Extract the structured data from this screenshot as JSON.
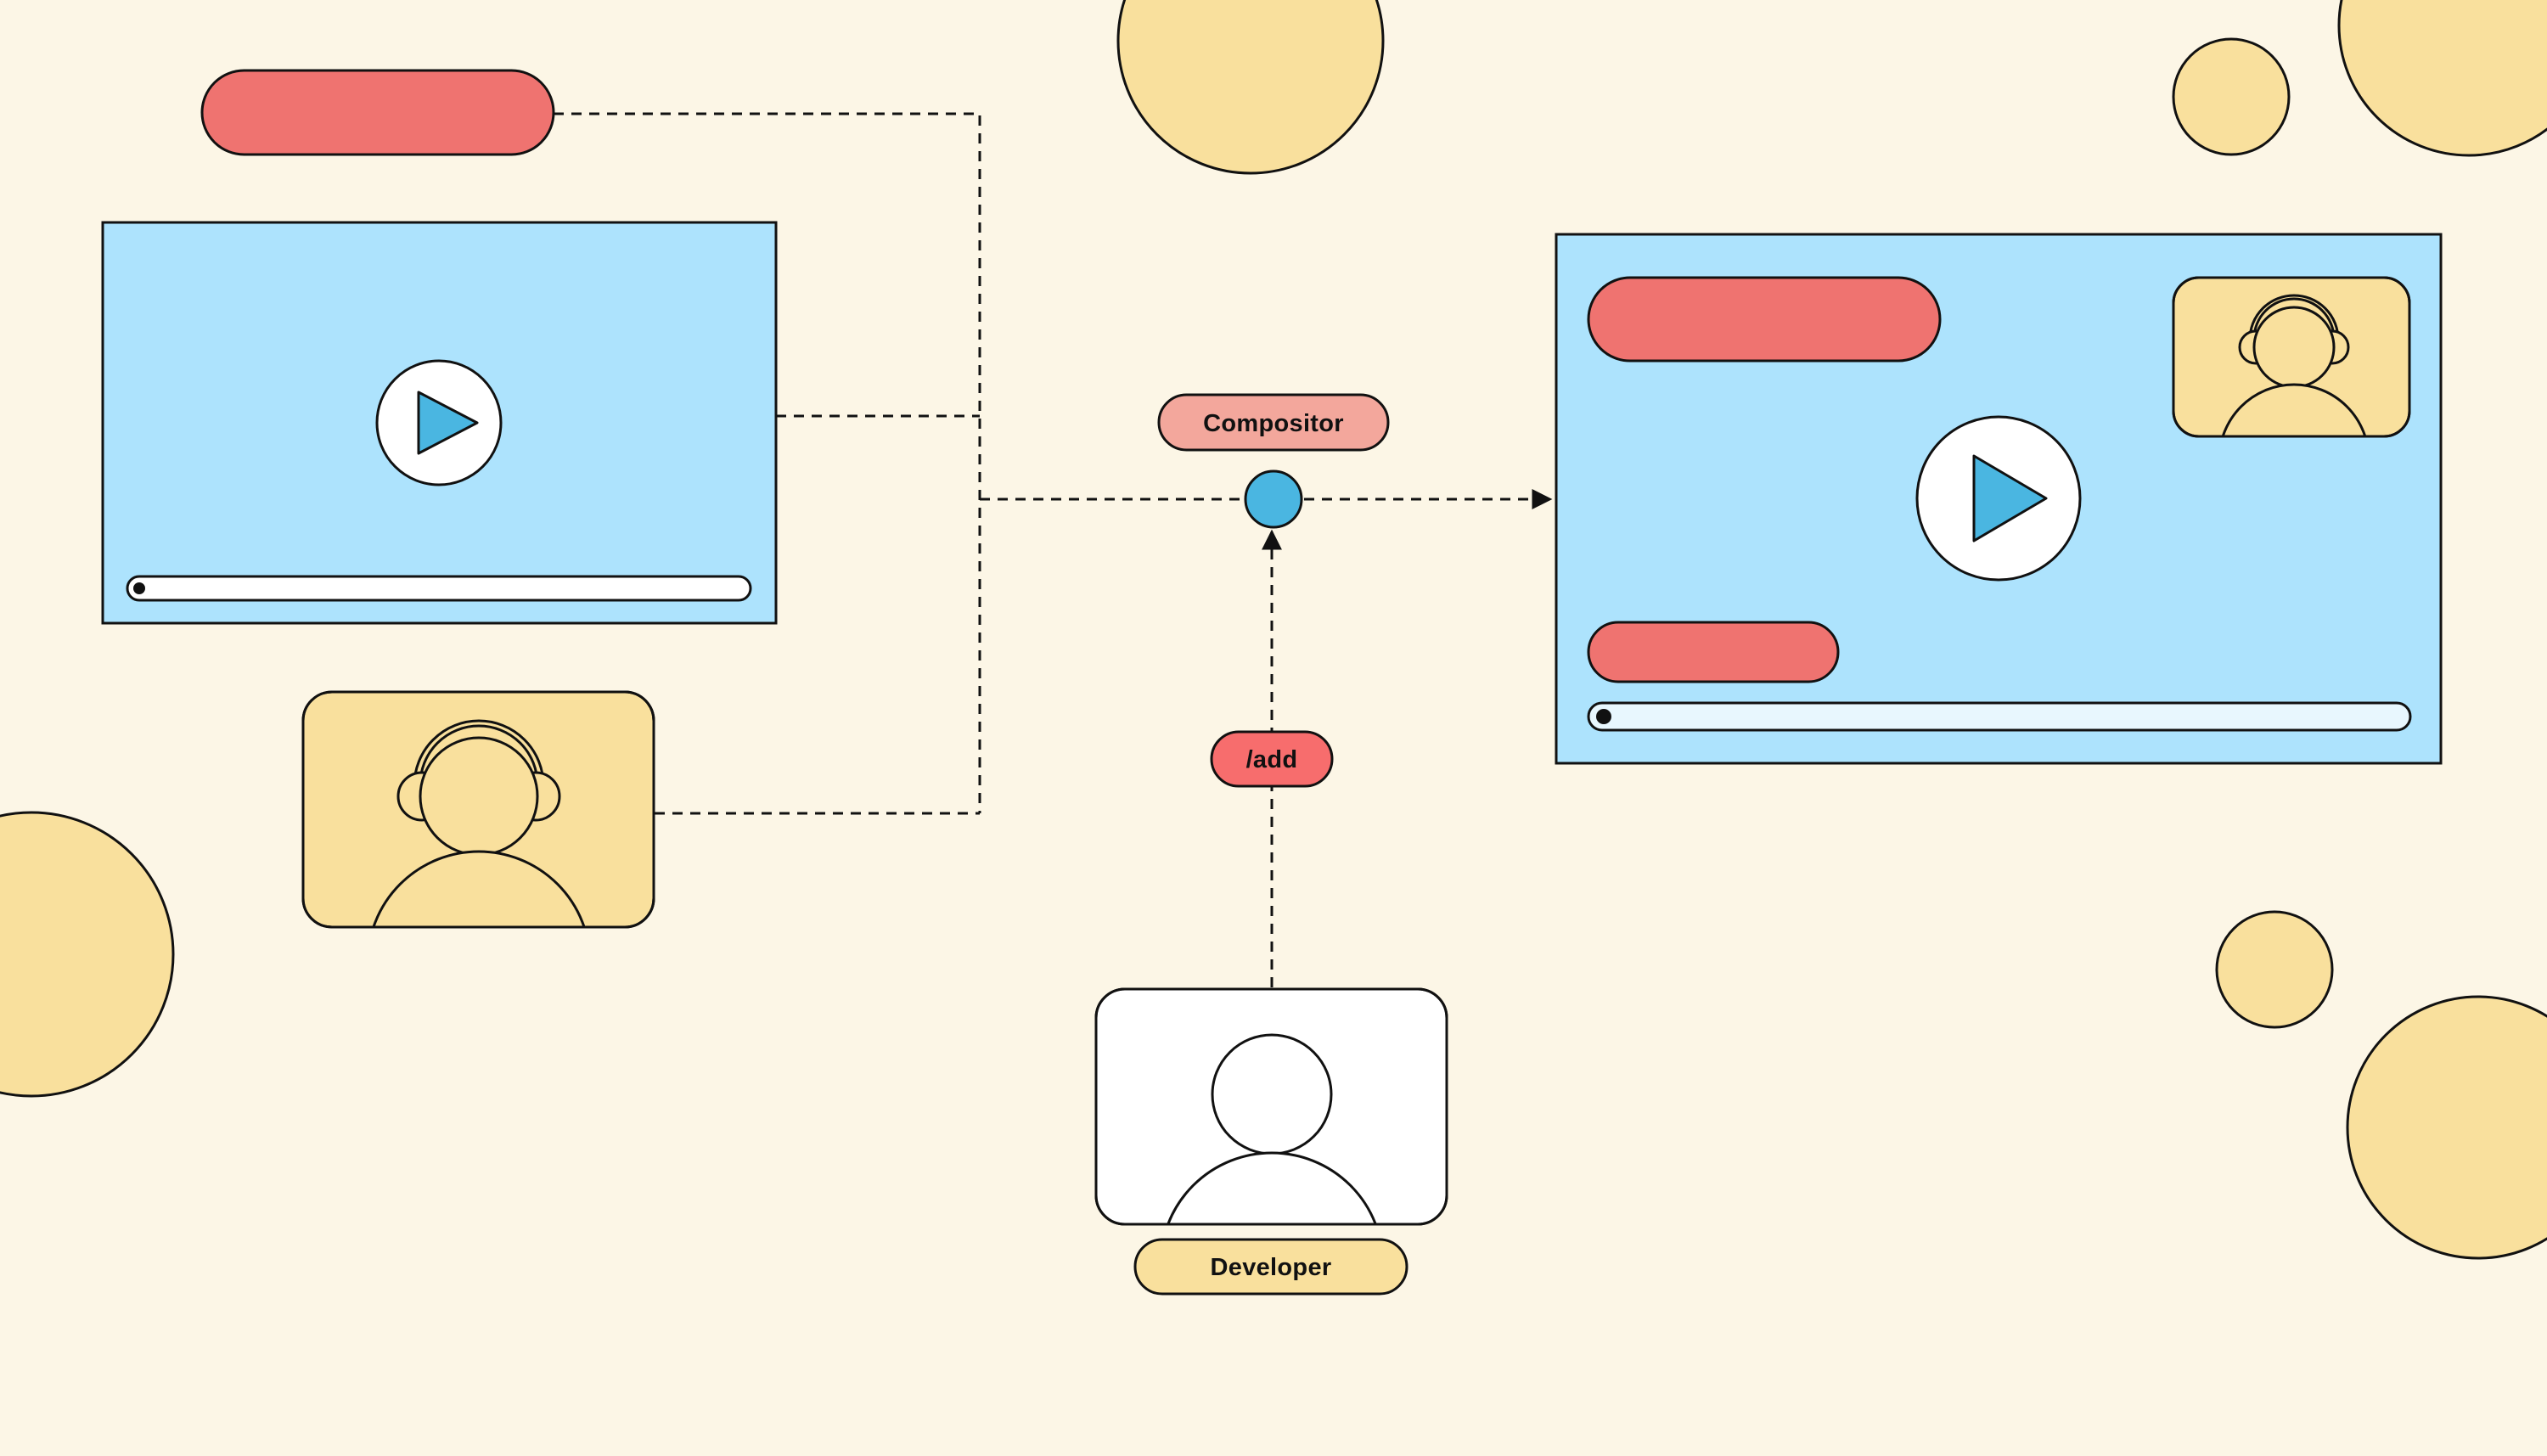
{
  "labels": {
    "compositor": "Compositor",
    "add": "/add",
    "developer": "Developer"
  },
  "colors": {
    "background": "#fcf6e6",
    "cream_circle": "#f9e09d",
    "screen_blue": "#ade3fd",
    "red_pill": "#ef7370",
    "compositor_pill": "#f3a79c",
    "add_pill": "#f76d6d",
    "developer_pill": "#f9e09d",
    "play_blue": "#4ab6e1",
    "compositor_node": "#4ab6e1",
    "outline": "#111111"
  },
  "icons": [
    "play-icon",
    "person-icon",
    "headset-person-icon",
    "progress-bar",
    "compositor-node"
  ]
}
